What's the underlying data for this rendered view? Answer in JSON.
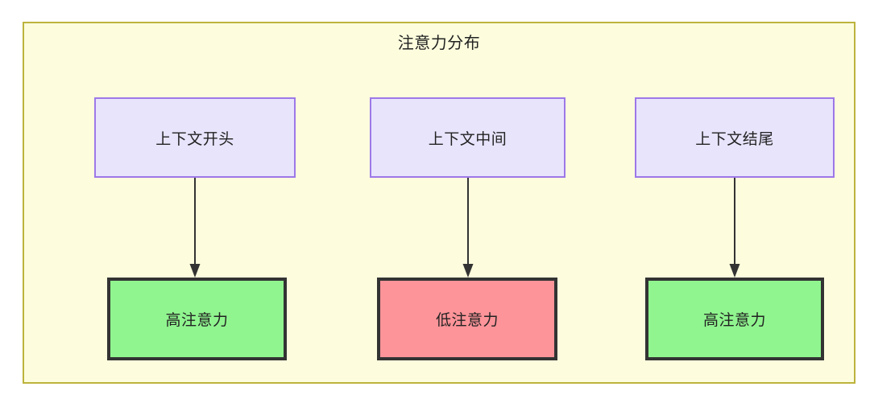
{
  "diagram": {
    "title": "注意力分布",
    "frame": {
      "background_color": "#fdfdde",
      "border_color": "#bdb33c"
    },
    "palette": {
      "context_fill": "#e8e4fc",
      "context_border": "#9d78e8",
      "high_attention_fill": "#90f58f",
      "low_attention_fill": "#fc9499",
      "attention_border": "#333333",
      "connector_color": "#333333",
      "text_color": "#222222"
    },
    "columns": [
      {
        "id": "start",
        "context": {
          "label": "上下文开头"
        },
        "attention": {
          "label": "高注意力",
          "level": "high"
        },
        "connector": {
          "direction": "down",
          "style": "solid-arrow"
        }
      },
      {
        "id": "middle",
        "context": {
          "label": "上下文中间"
        },
        "attention": {
          "label": "低注意力",
          "level": "low"
        },
        "connector": {
          "direction": "down",
          "style": "solid-arrow"
        }
      },
      {
        "id": "end",
        "context": {
          "label": "上下文结尾"
        },
        "attention": {
          "label": "高注意力",
          "level": "high"
        },
        "connector": {
          "direction": "down",
          "style": "solid-arrow"
        }
      }
    ]
  }
}
